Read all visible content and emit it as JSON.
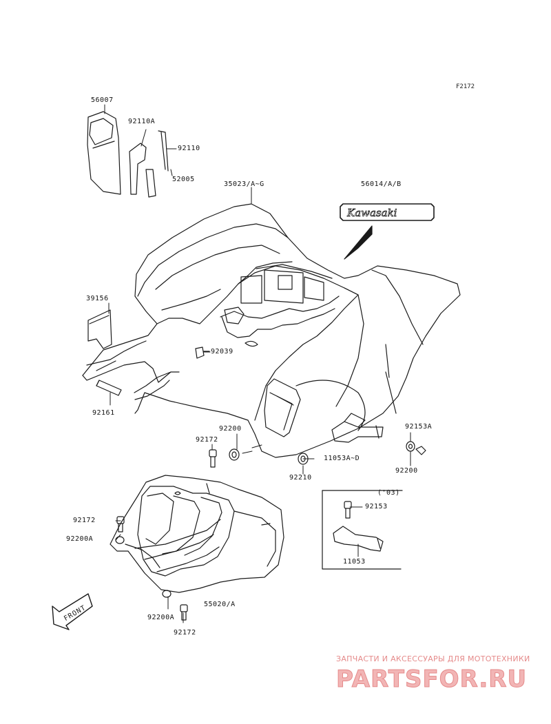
{
  "reference_code": "F2172",
  "part_labels": {
    "p56007": "56007",
    "p92110a": "92110A",
    "p92110": "92110",
    "p52005": "52005",
    "p35023": "35023/A~G",
    "p56014": "56014/A/B",
    "p39156": "39156",
    "p92039": "92039",
    "p92161": "92161",
    "p92172a": "92172",
    "p92200a": "92200",
    "p92153a": "92153A",
    "p11053ad": "11053A~D",
    "p92210": "92210",
    "p92200b": "92200",
    "p03": "('03)",
    "p92153": "92153",
    "p11053": "11053",
    "p92172b": "92172",
    "p92200A1": "92200A",
    "p92200A2": "92200A",
    "p55020": "55020/A",
    "p92172c": "92172"
  },
  "emblem_text": "Kawasaki",
  "front_arrow_text": "FRONT",
  "watermark": {
    "tagline": "ЗАПЧАСТИ И АКСЕССУАРЫ ДЛЯ МОТОТЕХНИКИ",
    "logo": "PARTSFOR.RU"
  }
}
